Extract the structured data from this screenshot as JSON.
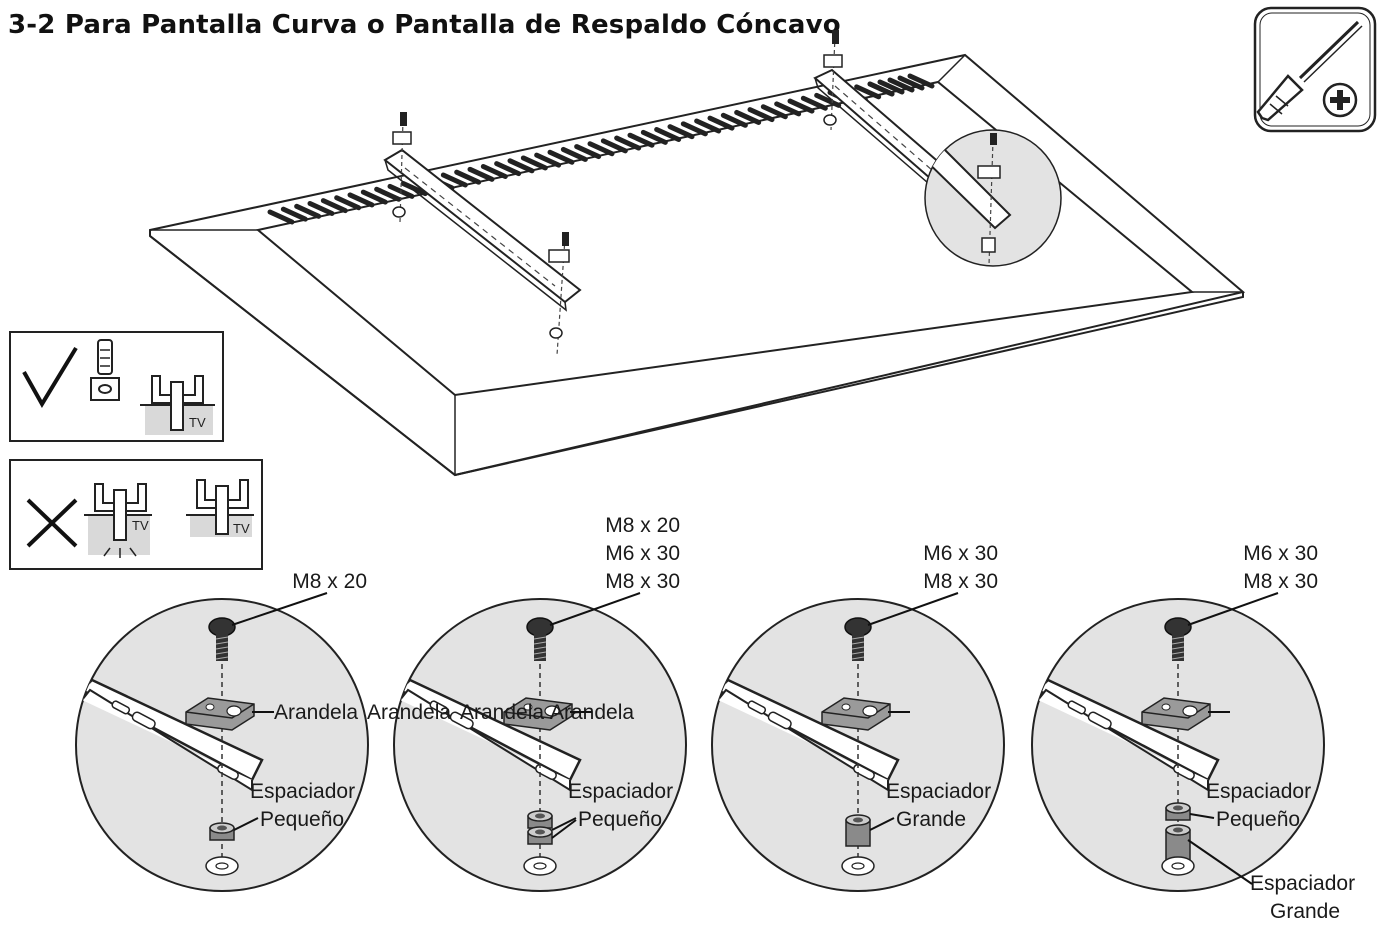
{
  "title": "3-2 Para Pantalla Curva o Pantalla de Respaldo Cóncavo",
  "icons": {
    "tool": "screwdriver-plus-icon",
    "correct": "check-mark-icon",
    "wrong": "x-mark-icon"
  },
  "tv_label": "TV",
  "details": [
    {
      "screws": [
        "M8 x 20"
      ],
      "washer": "Arandela",
      "spacer": [
        "Espaciador",
        "Pequeño"
      ],
      "spacer2": []
    },
    {
      "screws": [
        "M8 x 20",
        "M6 x 30",
        "M8 x 30"
      ],
      "washer": "Arandela",
      "spacer": [
        "Espaciador",
        "Pequeño"
      ],
      "spacer2": []
    },
    {
      "screws": [
        "M6 x 30",
        "M8 x 30"
      ],
      "washer": "Arandela",
      "spacer": [
        "Espaciador",
        "Grande"
      ],
      "spacer2": []
    },
    {
      "screws": [
        "M6 x 30",
        "M8 x 30"
      ],
      "washer": "Arandela",
      "spacer": [
        "Espaciador",
        "Pequeño"
      ],
      "spacer2": [
        "Espaciador",
        "Grande"
      ]
    }
  ]
}
